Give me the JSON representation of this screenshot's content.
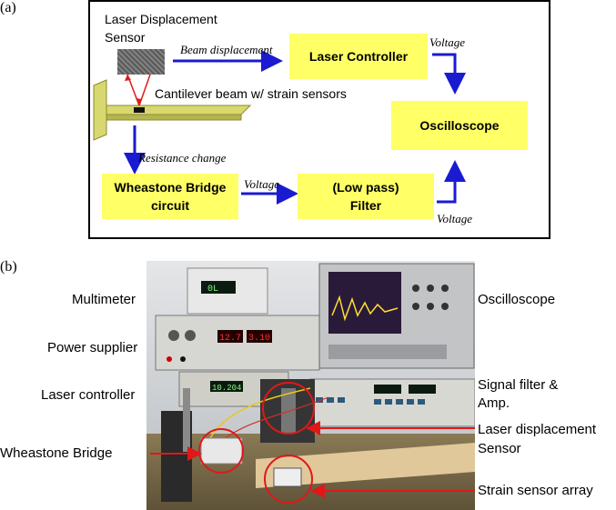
{
  "panel_a": {
    "label": "(a)",
    "sensor_label_line1": "Laser Displacement",
    "sensor_label_line2": "Sensor",
    "beam_label": "Cantilever beam w/ strain sensors",
    "beam_displacement": "Beam displacement",
    "resistance_change": "Resistance change",
    "voltage_top": "Voltage",
    "voltage_mid": "Voltage",
    "voltage_bottom": "Voltage",
    "laser_controller": "Laser Controller",
    "oscilloscope": "Oscilloscope",
    "bridge_line1": "Wheastone Bridge",
    "bridge_line2": "circuit",
    "filter_line1": "(Low pass)",
    "filter_line2": "Filter"
  },
  "panel_b": {
    "label": "(b)",
    "multimeter": "Multimeter",
    "power_supplier": "Power supplier",
    "laser_controller": "Laser controller",
    "wheatstone": "Wheastone Bridge",
    "oscilloscope": "Oscilloscope",
    "signal_filter_line1": "Signal filter &",
    "signal_filter_line2": "Amp.",
    "laser_disp_line1": "Laser displacement",
    "laser_disp_line2": "Sensor",
    "strain_array": "Strain sensor array",
    "display_multimeter": "0L",
    "display_power_1": "12.7",
    "display_power_2": "3.10",
    "display_laser": "10.204"
  },
  "colors": {
    "box_yellow": "#ffff66",
    "arrow_blue": "#1a1ad0",
    "red": "#e01818"
  }
}
